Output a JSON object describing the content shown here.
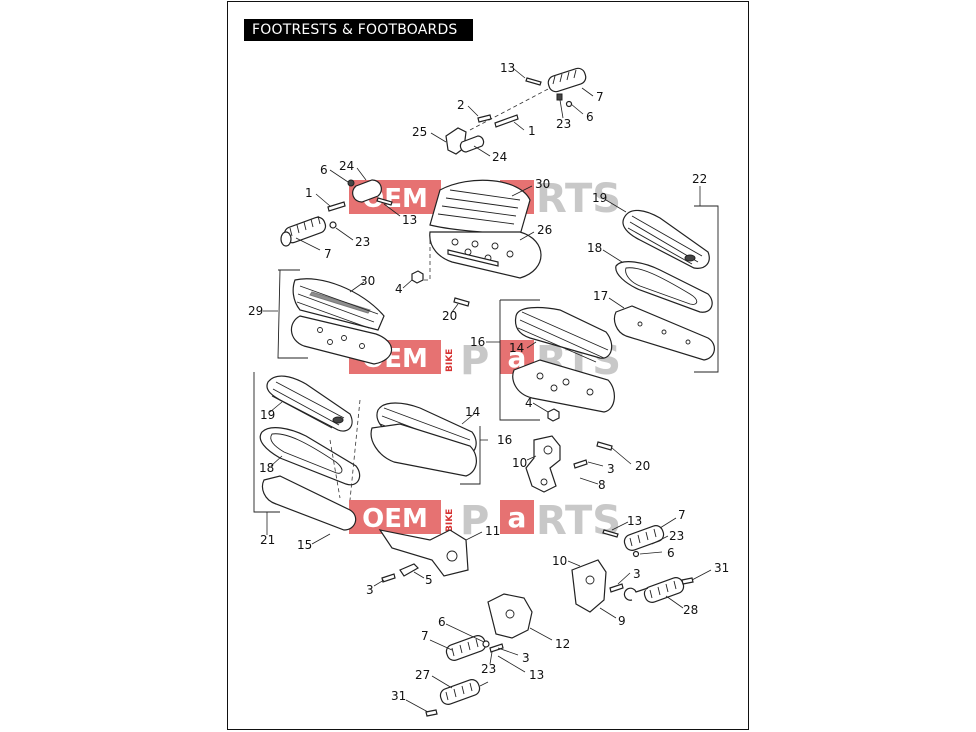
{
  "title": "FOOTRESTS & FOOTBOARDS",
  "watermark": {
    "oem": "OEM",
    "bike": "BIKE",
    "parts_p": "P",
    "parts_a": "a",
    "parts_rts": "RTS",
    "color": "#e05050"
  },
  "callouts": {
    "c13a": "13",
    "c7a": "7",
    "c2": "2",
    "c1a": "1",
    "c23a": "23",
    "c6a": "6",
    "c25": "25",
    "c24a": "24",
    "c6b": "6",
    "c24b": "24",
    "c30a": "30",
    "c1b": "1",
    "c13b": "13",
    "c23b": "23",
    "c7b": "7",
    "c26": "26",
    "c22": "22",
    "c19a": "19",
    "c18a": "18",
    "c4a": "4",
    "c30b": "30",
    "c29": "29",
    "c20a": "20",
    "c17": "17",
    "c16a": "16",
    "c14a": "14",
    "c4b": "4",
    "c19b": "19",
    "c14b": "14",
    "c16b": "16",
    "c18b": "18",
    "c10a": "10",
    "c3a": "3",
    "c20b": "20",
    "c8": "8",
    "c21": "21",
    "c15": "15",
    "c13c": "13",
    "c7c": "7",
    "c11": "11",
    "c23c": "23",
    "c10b": "10",
    "c6c": "6",
    "c3b": "3",
    "c31a": "31",
    "c5": "5",
    "c3c": "3",
    "c28": "28",
    "c9": "9",
    "c6d": "6",
    "c12": "12",
    "c7d": "7",
    "c3d": "3",
    "c23d": "23",
    "c13d": "13",
    "c27": "27",
    "c31b": "31"
  }
}
